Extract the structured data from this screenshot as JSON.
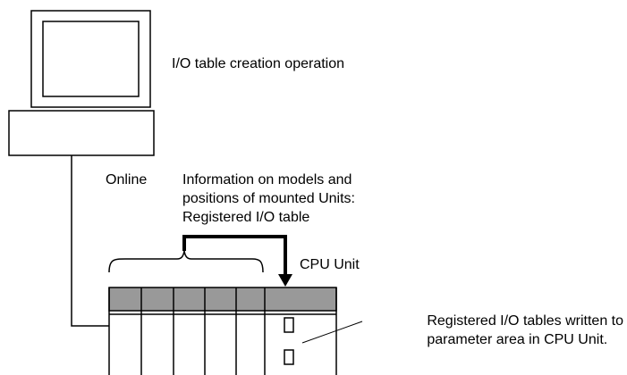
{
  "labels": {
    "operation": "I/O table creation operation",
    "online": "Online",
    "info": [
      "Information on models and",
      "positions of mounted Units:",
      "Registered I/O table"
    ],
    "cpu_unit": "CPU Unit",
    "registered": [
      "Registered I/O tables written to",
      "parameter area in CPU Unit."
    ]
  },
  "colors": {
    "line": "#000000",
    "header_band": "#999999",
    "background": "#ffffff"
  }
}
